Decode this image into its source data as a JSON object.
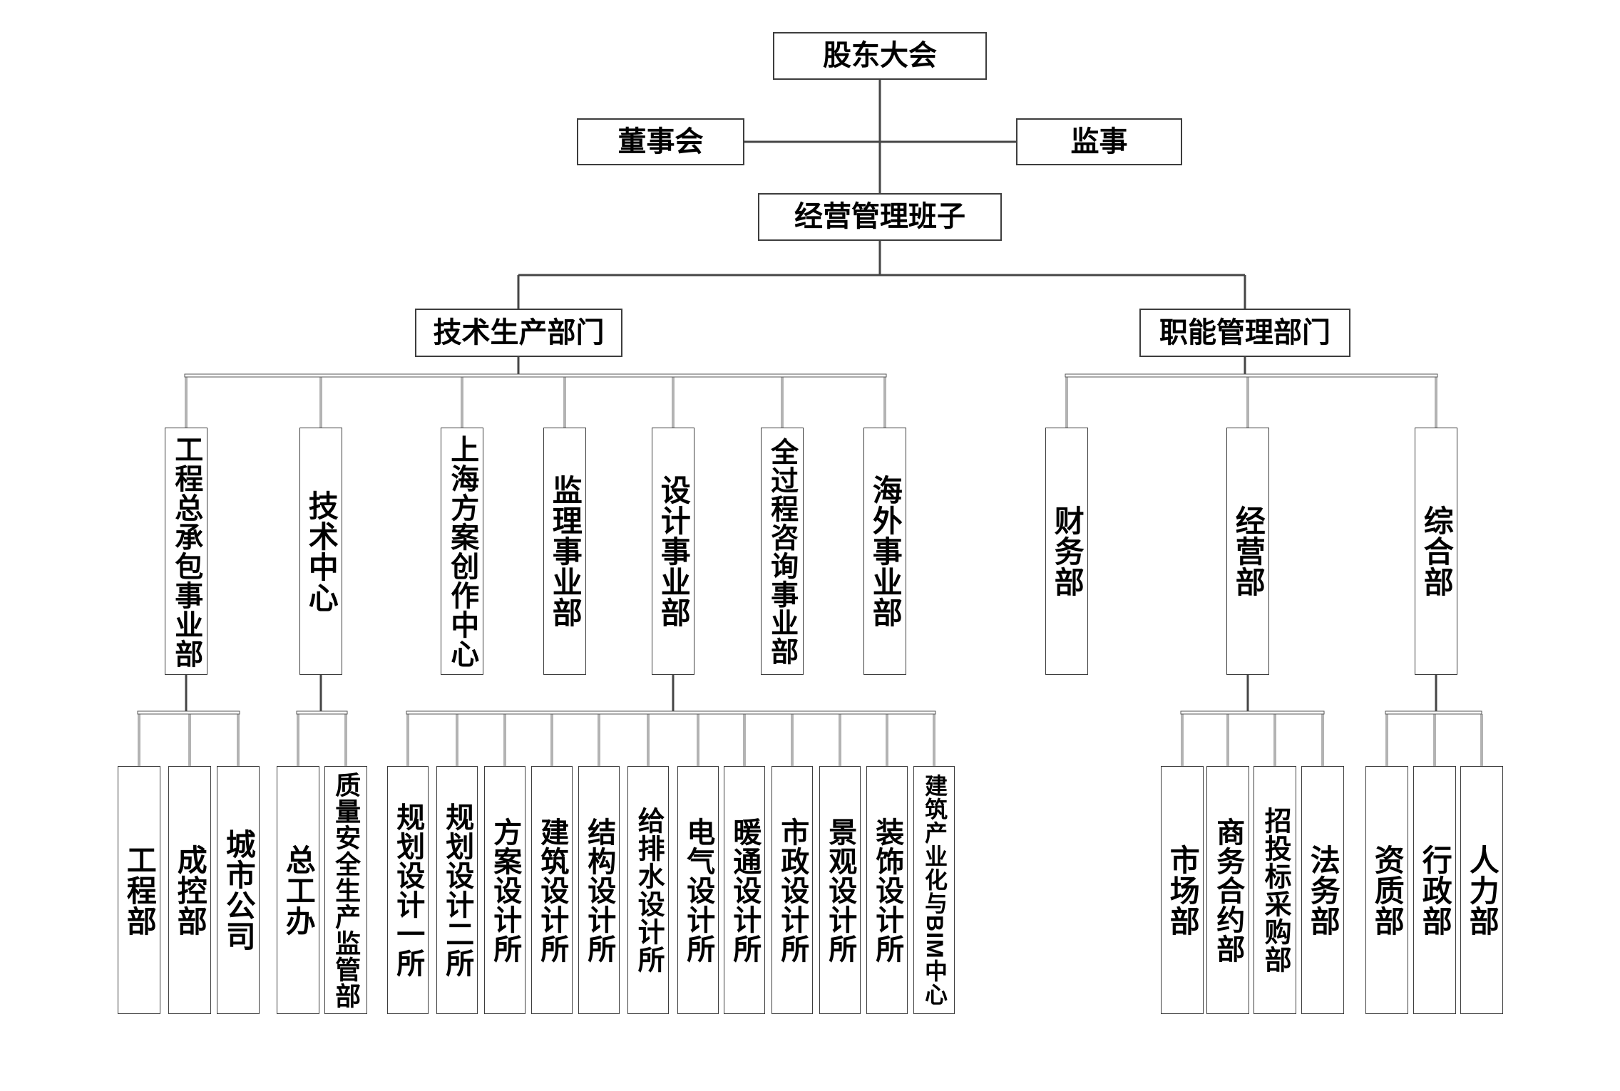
{
  "page": {
    "background": "#ffffff",
    "description": "公司组织架构图 (corporate organization chart)"
  },
  "colors": {
    "box_background": "#ffffff",
    "box_border": "#3d3d3d",
    "text": "#000000",
    "line_dark": "#454545",
    "line_light": "#b3b3b3",
    "rake_border": "#565656"
  },
  "org": {
    "nodes": [
      {
        "id": "shareholders-meeting",
        "label": "股东大会",
        "parent": null
      },
      {
        "id": "board-of-directors",
        "label": "董事会",
        "parent": "shareholders-meeting"
      },
      {
        "id": "supervisor",
        "label": "监事",
        "parent": "shareholders-meeting"
      },
      {
        "id": "management-team",
        "label": "经营管理班子",
        "parent": "shareholders-meeting"
      },
      {
        "id": "tech-production-division",
        "label": "技术生产部门",
        "parent": "management-team"
      },
      {
        "id": "functional-management-division",
        "label": "职能管理部门",
        "parent": "management-team"
      },
      {
        "id": "epc-division",
        "label": "工程总承包事业部",
        "parent": "tech-production-division"
      },
      {
        "id": "tech-center",
        "label": "技术中心",
        "parent": "tech-production-division"
      },
      {
        "id": "shanghai-creation-center",
        "label": "上海方案创作中心",
        "parent": "tech-production-division"
      },
      {
        "id": "supervision-division",
        "label": "监理事业部",
        "parent": "tech-production-division"
      },
      {
        "id": "design-division",
        "label": "设计事业部",
        "parent": "tech-production-division"
      },
      {
        "id": "whole-process-consulting-division",
        "label": "全过程咨询事业部",
        "parent": "tech-production-division"
      },
      {
        "id": "overseas-division",
        "label": "海外事业部",
        "parent": "tech-production-division"
      },
      {
        "id": "finance-dept",
        "label": "财务部",
        "parent": "functional-management-division"
      },
      {
        "id": "operation-dept",
        "label": "经营部",
        "parent": "functional-management-division"
      },
      {
        "id": "general-dept",
        "label": "综合部",
        "parent": "functional-management-division"
      },
      {
        "id": "engineering-dept",
        "label": "工程部",
        "parent": "epc-division"
      },
      {
        "id": "cost-control-dept",
        "label": "成控部",
        "parent": "epc-division"
      },
      {
        "id": "city-company",
        "label": "城市公司",
        "parent": "epc-division"
      },
      {
        "id": "chief-engineer-office",
        "label": "总工办",
        "parent": "tech-center"
      },
      {
        "id": "quality-safety-dept",
        "label": "质量安全生产监管部",
        "parent": "tech-center"
      },
      {
        "id": "planning-design-1",
        "label": "规划设计一所",
        "parent": "design-division"
      },
      {
        "id": "planning-design-2",
        "label": "规划设计二所",
        "parent": "design-division"
      },
      {
        "id": "scheme-design",
        "label": "方案设计所",
        "parent": "design-division"
      },
      {
        "id": "architecture-design",
        "label": "建筑设计所",
        "parent": "design-division"
      },
      {
        "id": "structure-design",
        "label": "结构设计所",
        "parent": "design-division"
      },
      {
        "id": "plumbing-design",
        "label": "给排水设计所",
        "parent": "design-division"
      },
      {
        "id": "electrical-design",
        "label": "电气设计所",
        "parent": "design-division"
      },
      {
        "id": "hvac-design",
        "label": "暖通设计所",
        "parent": "design-division"
      },
      {
        "id": "municipal-design",
        "label": "市政设计所",
        "parent": "design-division"
      },
      {
        "id": "landscape-design",
        "label": "景观设计所",
        "parent": "design-division"
      },
      {
        "id": "decoration-design",
        "label": "装饰设计所",
        "parent": "design-division"
      },
      {
        "id": "bim-center",
        "label": "建筑产业化与BIM中心",
        "parent": "design-division"
      },
      {
        "id": "market-dept",
        "label": "市场部",
        "parent": "operation-dept"
      },
      {
        "id": "business-contract-dept",
        "label": "商务合约部",
        "parent": "operation-dept"
      },
      {
        "id": "bidding-procurement-dept",
        "label": "招投标采购部",
        "parent": "operation-dept"
      },
      {
        "id": "legal-dept",
        "label": "法务部",
        "parent": "operation-dept"
      },
      {
        "id": "qualification-dept",
        "label": "资质部",
        "parent": "general-dept"
      },
      {
        "id": "admin-dept",
        "label": "行政部",
        "parent": "general-dept"
      },
      {
        "id": "hr-dept",
        "label": "人力部",
        "parent": "general-dept"
      }
    ]
  }
}
